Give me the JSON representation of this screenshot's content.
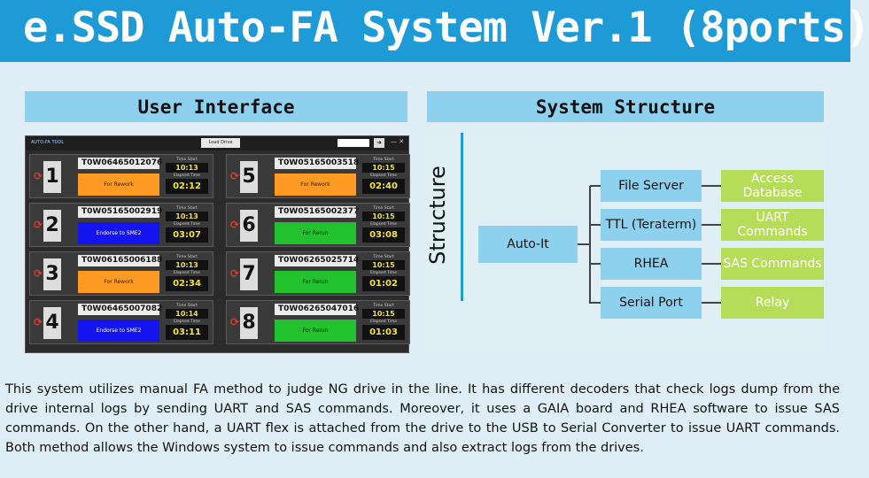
{
  "title": "e.SSD Auto-FA System Ver.1 (8ports)",
  "sections": {
    "ui": "User Interface",
    "system": "System Structure",
    "structure_label": "Structure"
  },
  "app": {
    "logo": "AUTO-FA TOOL",
    "load_button": "Load Drive",
    "input_value": "",
    "arrow": "➜",
    "window_controls": "— ✕",
    "time_start_label": "Time Start",
    "elapsed_label": "Elapsed Time",
    "ports": [
      {
        "num": "1",
        "serial": "T0W06465012076",
        "start": "10:13",
        "elapsed": "02:12",
        "status": "For Rework",
        "status_type": "rework"
      },
      {
        "num": "2",
        "serial": "T0W05165002919",
        "start": "10:13",
        "elapsed": "03:07",
        "status": "Endorse to SME2",
        "status_type": "sme"
      },
      {
        "num": "3",
        "serial": "T0W06165006188",
        "start": "10:13",
        "elapsed": "02:34",
        "status": "For Rework",
        "status_type": "rework"
      },
      {
        "num": "4",
        "serial": "T0W06465007082",
        "start": "10:14",
        "elapsed": "03:11",
        "status": "Endorse to SME2",
        "status_type": "sme"
      },
      {
        "num": "5",
        "serial": "T0W05165003518",
        "start": "10:15",
        "elapsed": "02:40",
        "status": "For Rework",
        "status_type": "rework"
      },
      {
        "num": "6",
        "serial": "T0W05165002377",
        "start": "10:15",
        "elapsed": "03:08",
        "status": "For Rerun",
        "status_type": "rerun"
      },
      {
        "num": "7",
        "serial": "T0W06265025714",
        "start": "10:15",
        "elapsed": "01:02",
        "status": "For Rerun",
        "status_type": "rerun"
      },
      {
        "num": "8",
        "serial": "T0W06265047016",
        "start": "10:15",
        "elapsed": "01:03",
        "status": "For Rerun",
        "status_type": "rerun"
      }
    ]
  },
  "structure": {
    "root": "Auto-It",
    "items": [
      {
        "left": "File Server",
        "right": "Access Database"
      },
      {
        "left": "TTL (Teraterm)",
        "right": "UART Commands"
      },
      {
        "left": "RHEA",
        "right": "SAS Commands"
      },
      {
        "left": "Serial Port",
        "right": "Relay"
      }
    ]
  },
  "description": "This system utilizes manual FA method to judge NG drive in the line. It has different decoders that check logs dump from the drive internal logs by sending UART and SAS commands. Moreover, it uses a GAIA board and RHEA software to issue SAS commands. On the other hand, a UART flex is attached from the drive to the USB to Serial Converter to issue UART commands. Both method allows the Windows system to issue commands and also extract logs from the drives.",
  "colors": {
    "accent": "#1e9bd7",
    "header": "#8ed1ee",
    "green": "#b6dc58",
    "rework": "#ff9b22",
    "sme": "#1414f0",
    "rerun": "#21c22d"
  }
}
